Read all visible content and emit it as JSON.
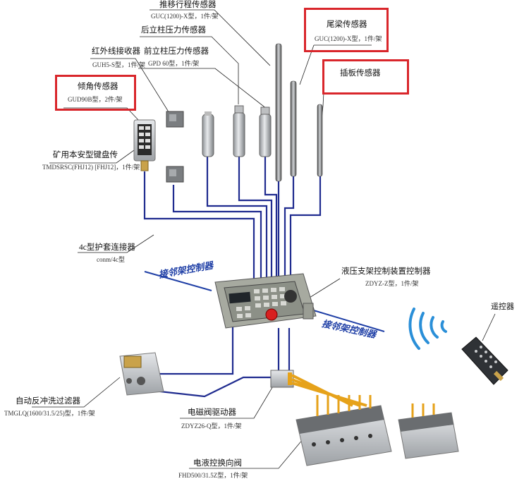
{
  "labels": {
    "advance_sensor": {
      "name": "推移行程传感器",
      "spec": "GUC(1200)-X型，1件/架"
    },
    "rear_column_sensor": {
      "name": "后立柱压力传感器"
    },
    "beam_sensor": {
      "name": "尾梁传感器",
      "spec": "GUC(1200)-X型，1件/架"
    },
    "ir_receiver": {
      "name": "红外线接收器",
      "spec": "GUH5-S型，1件/架"
    },
    "front_column_sensor": {
      "name": "前立柱压力传感器",
      "spec": "GPD 60型，1件/架"
    },
    "plate_sensor": {
      "name": "插板传感器"
    },
    "tilt_sensor": {
      "name": "倾角传感器",
      "spec": "GUD90B型，2件/架"
    },
    "keyboard": {
      "name": "矿用本安型键盘传",
      "spec": "TMDSRSC(FHJ12) [FHJ12]，1件/架"
    },
    "connector": {
      "name": "4c型护套连接器",
      "spec": "conm/4c型"
    },
    "controller": {
      "name": "液压支架控制装置控制器",
      "spec": "ZDYZ-Z型，1件/架"
    },
    "neighbor_left": {
      "name": "接邻架控制器"
    },
    "neighbor_right": {
      "name": "接邻架控制器"
    },
    "remote": {
      "name": "遥控器"
    },
    "filter": {
      "name": "自动反冲洗过滤器",
      "spec": "TMGLQ(1600/31.5/25)型，1件/架"
    },
    "solenoid_driver": {
      "name": "电磁阀驱动器",
      "spec": "ZDYZ26-Q型，1件/架"
    },
    "valve": {
      "name": "电液控换向阀",
      "spec": "FHD500/31.5Z型，1件/架"
    }
  },
  "colors": {
    "cable": "#1f2b8f",
    "highlight": "#d9262b",
    "ribbon": "#e6a21a",
    "arrow_text": "#1f3fa6"
  },
  "icons": [
    "wireless-signal-icon"
  ]
}
